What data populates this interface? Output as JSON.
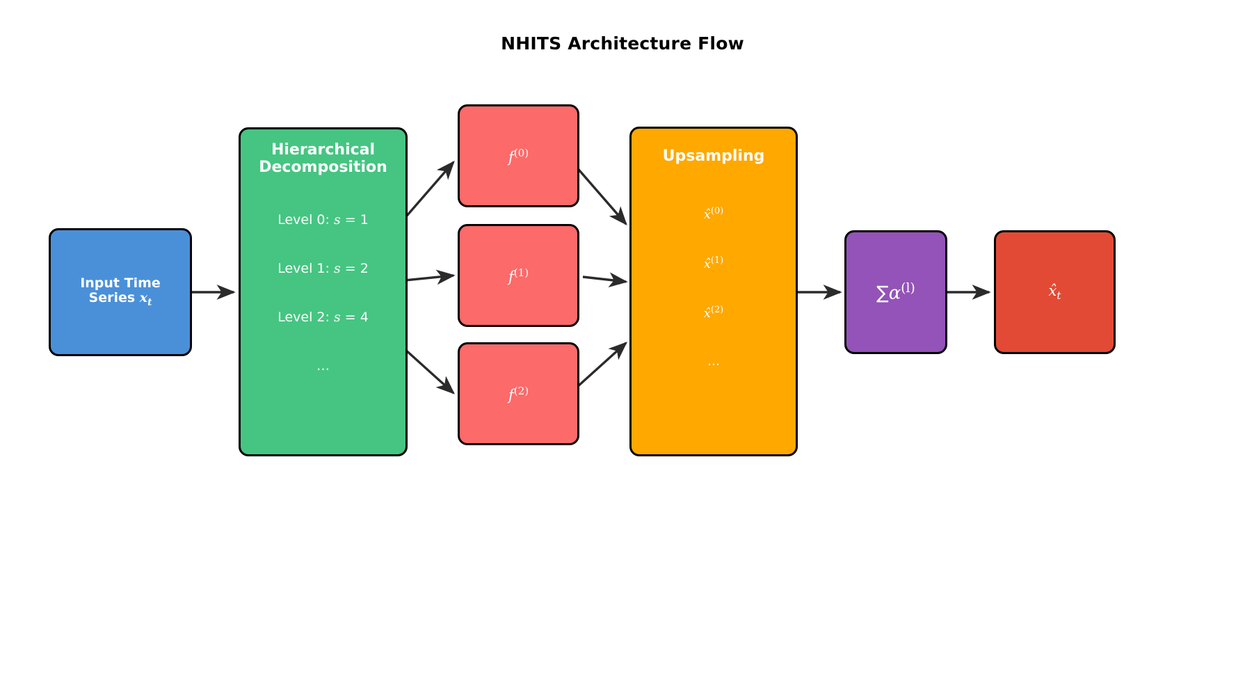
{
  "figure": {
    "title": "NHITS Architecture Flow",
    "background": "#ffffff"
  },
  "nodes": {
    "input": {
      "name": "input-time-series",
      "line1": "Input Time",
      "line2": "Series",
      "symbol": "x",
      "symbol_sub": "t",
      "color": "#4a90d9"
    },
    "hierarchical": {
      "name": "hierarchical-decomposition",
      "title_line1": "Hierarchical",
      "title_line2": "Decomposition",
      "color": "#45c581",
      "levels": [
        {
          "prefix": "Level 0: ",
          "var": "s",
          "eq": " = ",
          "value": "1"
        },
        {
          "prefix": "Level 1: ",
          "var": "s",
          "eq": " = ",
          "value": "2"
        },
        {
          "prefix": "Level 2: ",
          "var": "s",
          "eq": " = ",
          "value": "4"
        },
        {
          "prefix": "",
          "var": "",
          "eq": "",
          "value": "…"
        }
      ],
      "ellipsis": "…"
    },
    "blocks": {
      "name": "basis-function-blocks",
      "color": "#fc6a6a",
      "items": [
        {
          "base": "f",
          "sup": "(0)"
        },
        {
          "base": "f",
          "sup": "(1)"
        },
        {
          "base": "f",
          "sup": "(2)"
        }
      ]
    },
    "upsampling": {
      "name": "upsampling",
      "title": "Upsampling",
      "color": "#ffa800",
      "items": [
        {
          "base": "x̂",
          "sup": "(0)"
        },
        {
          "base": "x̂",
          "sup": "(1)"
        },
        {
          "base": "x̂",
          "sup": "(2)"
        }
      ],
      "ellipsis": "…"
    },
    "sum": {
      "name": "weighted-sum",
      "sigma": "∑",
      "alpha": "α",
      "sup": "(l)",
      "color": "#9353b8"
    },
    "output": {
      "name": "forecast-output",
      "base": "x̂",
      "sub": "t",
      "color": "#e24a35"
    }
  },
  "edges": [
    {
      "from": "input",
      "to": "hierarchical",
      "style": "straight"
    },
    {
      "from": "hierarchical",
      "to": "f0",
      "style": "diagonal-up"
    },
    {
      "from": "hierarchical",
      "to": "f1",
      "style": "straight"
    },
    {
      "from": "hierarchical",
      "to": "f2",
      "style": "diagonal-down"
    },
    {
      "from": "f0",
      "to": "upsampling",
      "style": "diagonal-down"
    },
    {
      "from": "f1",
      "to": "upsampling",
      "style": "straight"
    },
    {
      "from": "f2",
      "to": "upsampling",
      "style": "diagonal-up"
    },
    {
      "from": "upsampling",
      "to": "sum",
      "style": "straight"
    },
    {
      "from": "sum",
      "to": "output",
      "style": "straight"
    }
  ],
  "style": {
    "arrow_color": "#2b2b2b",
    "border_color": "#000000",
    "text_color": "#ffffff"
  }
}
